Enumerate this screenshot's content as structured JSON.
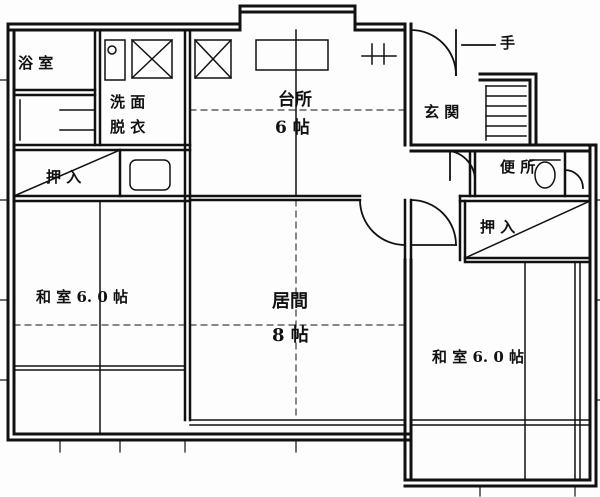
{
  "rooms": {
    "bath": "浴 室",
    "wash_1": "洗 面",
    "wash_2": "脱 衣",
    "kitchen_1": "台所",
    "kitchen_2": "6 帖",
    "entrance": "玄 関",
    "closet_left": "押 入",
    "closet_right": "押 入",
    "toilet": "便 所",
    "washitsu_left": "和 室  6. 0 帖",
    "living_1": "居間",
    "living_2": "8 帖",
    "washitsu_right": "和 室  6. 0 帖",
    "handrail": "手"
  },
  "colors": {
    "ink": "#111111",
    "paper": "#fdfdfd"
  }
}
